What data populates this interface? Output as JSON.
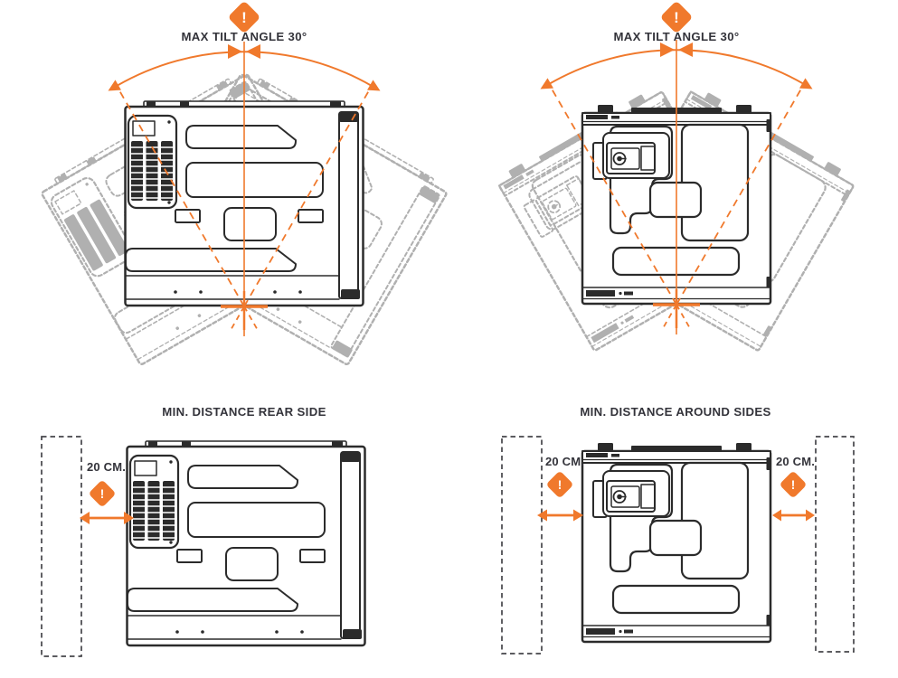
{
  "document": {
    "type": "installation-clearance-and-tilt-diagram",
    "colors": {
      "accent_orange": "#F0792C",
      "text_ink": "#33333A",
      "drawing_ink": "#2B2B2B",
      "ghost_gray": "#B0B0B0",
      "wall_dash": "#454549"
    }
  },
  "icons": {
    "warning_glyph": "!"
  },
  "panels": {
    "tilt_rear": {
      "title": "MAX TILT ANGLE 30°"
    },
    "tilt_front": {
      "title": "MAX TILT ANGLE 30°"
    },
    "clearance_rear": {
      "title": "MIN. DISTANCE REAR SIDE",
      "distance_label": "20 CM."
    },
    "clearance_front": {
      "title": "MIN. DISTANCE AROUND SIDES",
      "distance_label_left": "20 CM.",
      "distance_label_right": "20 CM."
    }
  }
}
